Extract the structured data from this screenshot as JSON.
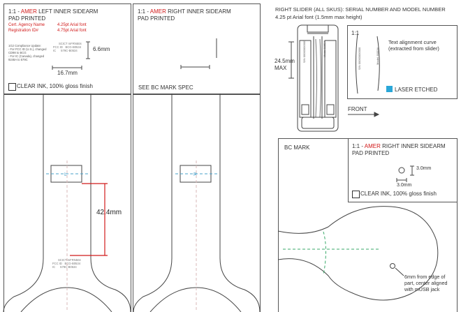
{
  "panel_left": {
    "title_prefix": "1:1 -",
    "title_brand": "AMER",
    "title_rest": " LEFT INNER SIDEARM",
    "title_line2": "PAD PRINTED",
    "spec_rows": [
      {
        "label": "Cert. Agency Name",
        "value": "4.25pt Arial font"
      },
      {
        "label": "Registration ID#",
        "value": "4.75pt Arial font"
      }
    ],
    "compliance_note": [
      "1G2 Compliance Update:",
      "- For FCC ID (U.S.), changed",
      "CD98 to BCG",
      "- For IC (Canada), changed",
      "9248A to 579C"
    ],
    "mini_label_top": "SCICT mFRN504",
    "mini_rows": [
      [
        "FCC ID",
        "BCG-B0534"
      ],
      [
        "IC",
        "579C-B0534"
      ]
    ],
    "dim_vertical": "6.6mm",
    "dim_horizontal": "16.7mm",
    "ink_note": "CLEAR INK, 100% gloss finish"
  },
  "panel_middle": {
    "title_prefix": "1:1 -",
    "title_brand": "AMER",
    "title_rest": " RIGHT INNER SIDEARM",
    "title_line2": "PAD PRINTED",
    "mark_note": "SEE BC MARK SPEC"
  },
  "drawing_left": {
    "side_letter": "L",
    "dim_label": "42.4mm",
    "mini_label_top": "SCICT mFRN504",
    "mini_rows": [
      [
        "FCC ID",
        "BCG-B0534"
      ],
      [
        "IC",
        "579C-B0534"
      ]
    ]
  },
  "drawing_middle": {
    "side_letter": "R"
  },
  "right_slider": {
    "title": "RIGHT SLIDER (ALL SKUS):  SERIAL NUMBER AND MODEL NUMBER",
    "subtitle": "4.25 pt Arial font (1.5mm max height)",
    "dim_label_1": "24.5mm",
    "dim_label_2": "MAX",
    "serial_text": "S/N 00000000000",
    "model_text": "Model B0534",
    "front_label": "FRONT"
  },
  "curve_box": {
    "scale": "1:1",
    "caption": "Text alignment curve (extracted from slider)",
    "serial_text": "S/N 00000000000",
    "model_text": "Model: B0534",
    "legend_label": "LASER ETCHED",
    "legend_color": "#2aa7d8"
  },
  "bc_panel": {
    "label": "BC MARK",
    "title_prefix": "1:1 -",
    "title_brand": "AMER",
    "title_rest": " RIGHT INNER SIDEARM",
    "title_line2": "PAD PRINTED",
    "dim_1": "3.0mm",
    "dim_2": "3.0mm",
    "ink_note": "CLEAR INK, 100% gloss finish",
    "note": [
      "6mm from edge of",
      "part, center aligned",
      "with mUSB jack"
    ]
  },
  "colors": {
    "brand": "#d11a1a",
    "center_line_teal": "#4aa0c8",
    "center_line_green": "#3aaa6a",
    "dim_red": "#d11a1a",
    "line": "#444444"
  }
}
